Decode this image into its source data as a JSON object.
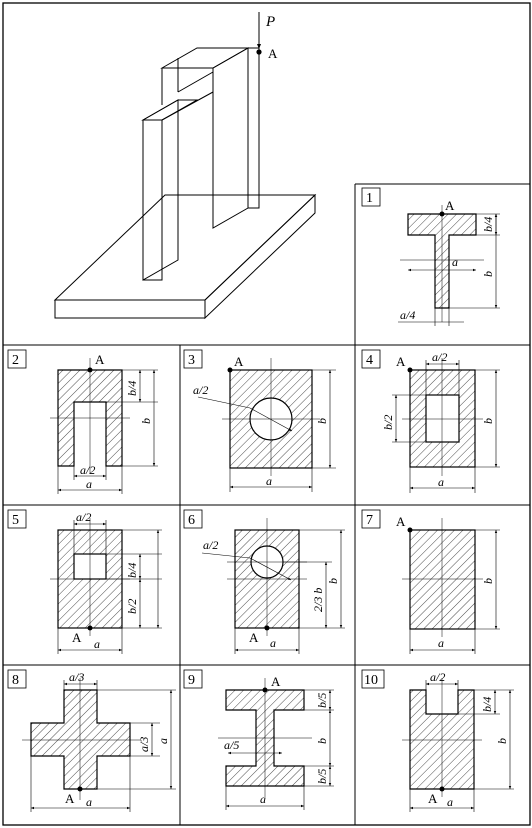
{
  "force_label": "P",
  "point_label": "A",
  "panels": [
    {
      "number": "1",
      "labels": {
        "b4": "b/4",
        "b": "b",
        "a": "a",
        "a4": "a/4",
        "A": "A"
      }
    },
    {
      "number": "2",
      "labels": {
        "b4": "b/4",
        "b": "b",
        "a2": "a/2",
        "a": "a",
        "A": "A"
      }
    },
    {
      "number": "3",
      "labels": {
        "a2": "a/2",
        "b": "b",
        "a": "a",
        "A": "A"
      }
    },
    {
      "number": "4",
      "labels": {
        "a2": "a/2",
        "b2": "b/2",
        "b": "b",
        "a": "a",
        "A": "A"
      }
    },
    {
      "number": "5",
      "labels": {
        "a2": "a/2",
        "b4": "b/4",
        "b2": "b/2",
        "a": "a",
        "A": "A"
      }
    },
    {
      "number": "6",
      "labels": {
        "a2": "a/2",
        "b23": "2/3 b",
        "b": "b",
        "a": "a",
        "A": "A"
      }
    },
    {
      "number": "7",
      "labels": {
        "b": "b",
        "a": "a",
        "A": "A"
      }
    },
    {
      "number": "8",
      "labels": {
        "a3top": "a/3",
        "a3side": "a/3",
        "a_right": "a",
        "a": "a",
        "A": "A"
      }
    },
    {
      "number": "9",
      "labels": {
        "b5top": "b/5",
        "b": "b",
        "b5bot": "b/5",
        "a5": "a/5",
        "a": "a",
        "A": "A"
      }
    },
    {
      "number": "10",
      "labels": {
        "a2": "a/2",
        "b4": "b/4",
        "b": "b",
        "a": "a",
        "A": "A"
      }
    }
  ]
}
